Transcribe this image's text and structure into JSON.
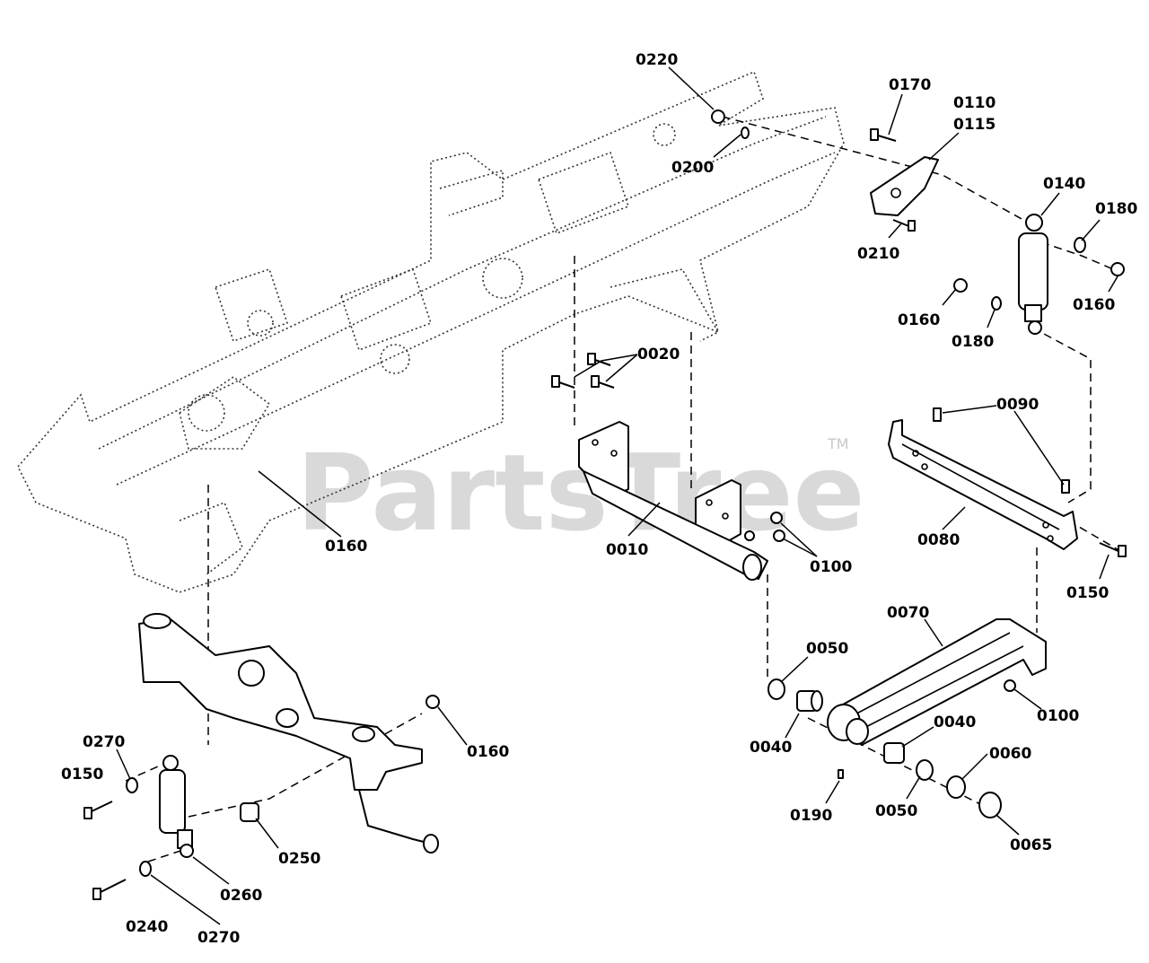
{
  "watermark": {
    "text": "PartsTree",
    "trademark": "TM"
  },
  "callouts": [
    "0220",
    "0170",
    "0110",
    "0115",
    "0200",
    "0140",
    "0180",
    "0210",
    "0160",
    "0160",
    "0180",
    "0160",
    "0020",
    "0090",
    "0160",
    "0010",
    "0100",
    "0080",
    "0150",
    "0070",
    "0050",
    "0100",
    "0270",
    "0160",
    "0150",
    "0040",
    "0040",
    "0060",
    "0190",
    "0050",
    "0250",
    "0065",
    "0260",
    "0240",
    "0270"
  ]
}
